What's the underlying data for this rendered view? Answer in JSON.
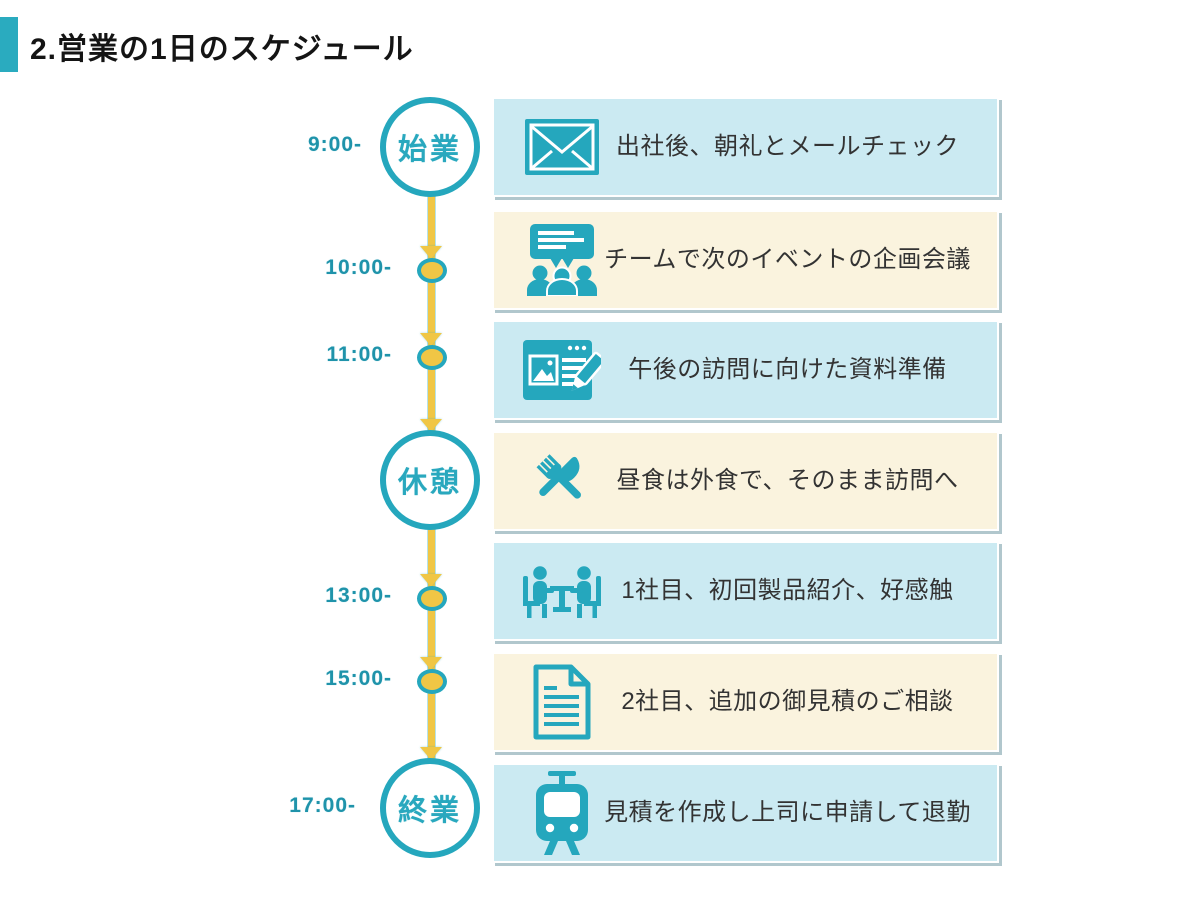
{
  "header": {
    "title": "2.営業の1日のスケジュール"
  },
  "colors": {
    "teal": "#25a7bd",
    "accent_teal": "#2aabbf",
    "time_text": "#1f93aa",
    "yellow": "#f0c645",
    "card_blue": "#cbeaf2",
    "card_cream": "#faf3de",
    "body_text": "#333333"
  },
  "timeline": {
    "nodes": [
      {
        "type": "circle",
        "label": "始業",
        "time": "9:00-"
      },
      {
        "type": "dot",
        "label": "",
        "time": "10:00-"
      },
      {
        "type": "dot",
        "label": "",
        "time": "11:00-"
      },
      {
        "type": "circle",
        "label": "休憩",
        "time": ""
      },
      {
        "type": "dot",
        "label": "",
        "time": "13:00-"
      },
      {
        "type": "dot",
        "label": "",
        "time": "15:00-"
      },
      {
        "type": "circle",
        "label": "終業",
        "time": "17:00-"
      }
    ]
  },
  "cards": [
    {
      "icon": "mail-icon",
      "variant": "blue",
      "text": "出社後、朝礼とメールチェック"
    },
    {
      "icon": "team-meeting-icon",
      "variant": "cream",
      "text": "チームで次のイベントの企画会議"
    },
    {
      "icon": "document-edit-icon",
      "variant": "blue",
      "text": "午後の訪問に向けた資料準備"
    },
    {
      "icon": "cutlery-icon",
      "variant": "cream",
      "text": "昼食は外食で、そのまま訪問へ"
    },
    {
      "icon": "client-meeting-icon",
      "variant": "blue",
      "text": "1社目、初回製品紹介、好感触"
    },
    {
      "icon": "document-icon",
      "variant": "cream",
      "text": "2社目、追加の御見積のご相談"
    },
    {
      "icon": "train-icon",
      "variant": "blue",
      "text": "見積を作成し上司に申請して退勤"
    }
  ]
}
